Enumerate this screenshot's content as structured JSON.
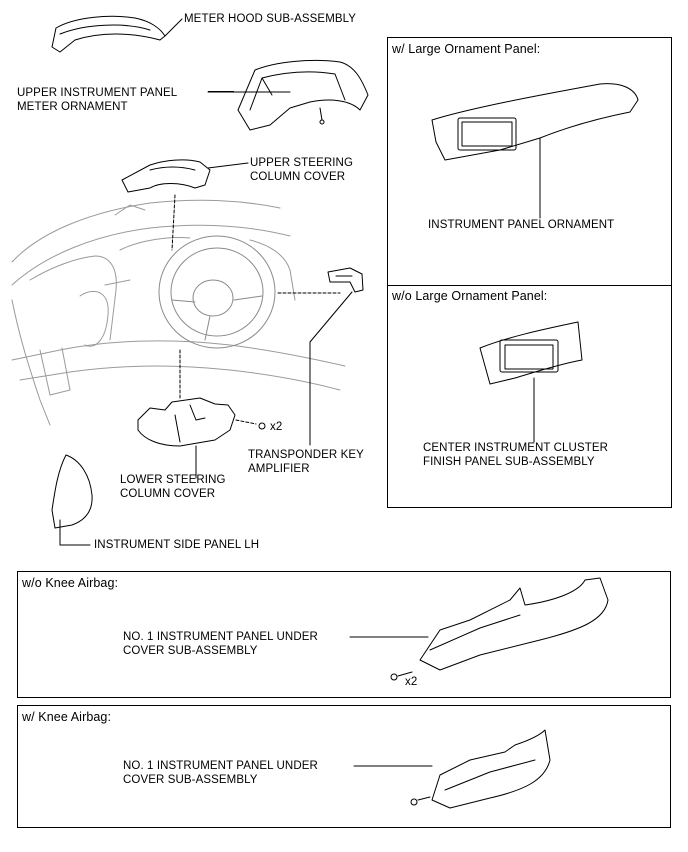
{
  "labels": {
    "meter_hood": "METER HOOD SUB-ASSEMBLY",
    "meter_ornament_1": "UPPER INSTRUMENT PANEL",
    "meter_ornament_2": "METER ORNAMENT",
    "upper_column_1": "UPPER STEERING",
    "upper_column_2": "COLUMN COVER",
    "transponder_1": "TRANSPONDER KEY",
    "transponder_2": "AMPLIFIER",
    "lower_column_1": "LOWER STEERING",
    "lower_column_2": "COLUMN COVER",
    "side_panel": "INSTRUMENT SIDE PANEL LH",
    "screw_qty_upper": "x2"
  },
  "panels": {
    "large_ornament": {
      "header": "w/ Large Ornament Panel:",
      "part": "INSTRUMENT PANEL ORNAMENT"
    },
    "no_large_ornament": {
      "header": "w/o Large Ornament Panel:",
      "part_1": "CENTER INSTRUMENT CLUSTER",
      "part_2": "FINISH PANEL SUB-ASSEMBLY"
    },
    "no_knee_airbag": {
      "header": "w/o Knee Airbag:",
      "part_1": "NO. 1 INSTRUMENT PANEL UNDER",
      "part_2": "COVER SUB-ASSEMBLY",
      "screw_qty": "x2"
    },
    "knee_airbag": {
      "header": "w/ Knee Airbag:",
      "part_1": "NO. 1 INSTRUMENT PANEL UNDER",
      "part_2": "COVER SUB-ASSEMBLY"
    }
  }
}
